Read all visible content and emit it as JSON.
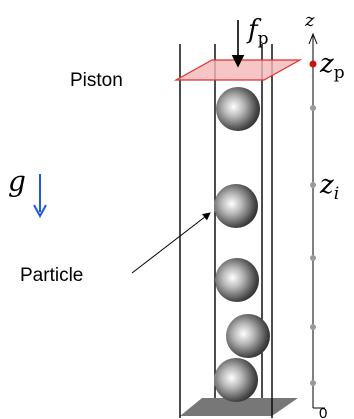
{
  "labels": {
    "piston": "Piston",
    "particle": "Particle",
    "gravity": "g",
    "force_main": "f",
    "force_sub": "p",
    "axis": "z",
    "z_piston_main": "z",
    "z_piston_sub": "p",
    "z_i_main": "z",
    "z_i_sub": "i",
    "zero": "0"
  },
  "colors": {
    "piston_fill": "#f4b6b6",
    "piston_edge": "#e03030",
    "piston_marker": "#cc1111",
    "gravity_arrow": "#1f5bd6",
    "tick_marker": "#999999",
    "floor": "#777777"
  },
  "icons": {
    "particle": "shaded-sphere",
    "gravity": "down-arrow",
    "force": "down-arrow"
  },
  "particle_count": 5,
  "axis_markers": 6
}
